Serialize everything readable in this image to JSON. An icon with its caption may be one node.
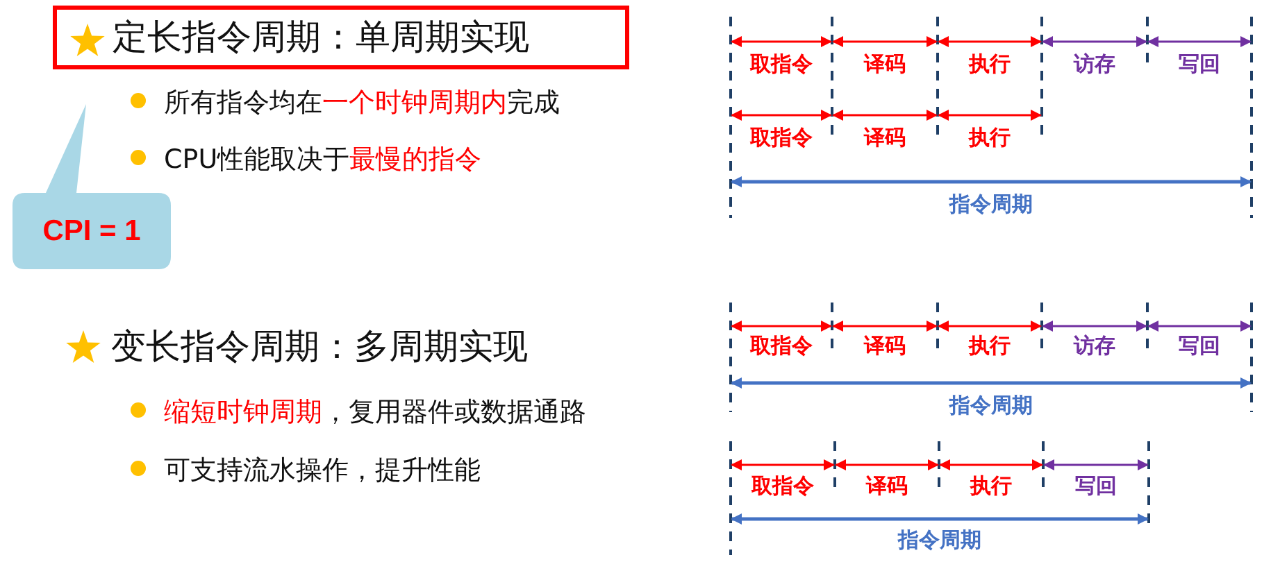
{
  "diagram": {
    "nodes": [
      {
        "text": [
          "定长指令周期：单周期实现"
        ]
      },
      {
        "text": [
          "CPI = 1"
        ]
      }
    ],
    "labels": [
      "所有指令均在一个时钟周期内完成",
      "CPU性能取决于最慢的指令",
      "变长指令周期：多周期实现",
      "缩短时钟周期，复用器件或数据通路",
      "可支持流水操作，提升性能",
      "取指令",
      "译码",
      "执行",
      "访存",
      "写回",
      "取指令",
      "译码",
      "执行",
      "指令周期",
      "取指令",
      "译码",
      "执行",
      "访存",
      "写回",
      "指令周期",
      "取指令",
      "译码",
      "执行",
      "写回",
      "指令周期"
    ]
  }
}
